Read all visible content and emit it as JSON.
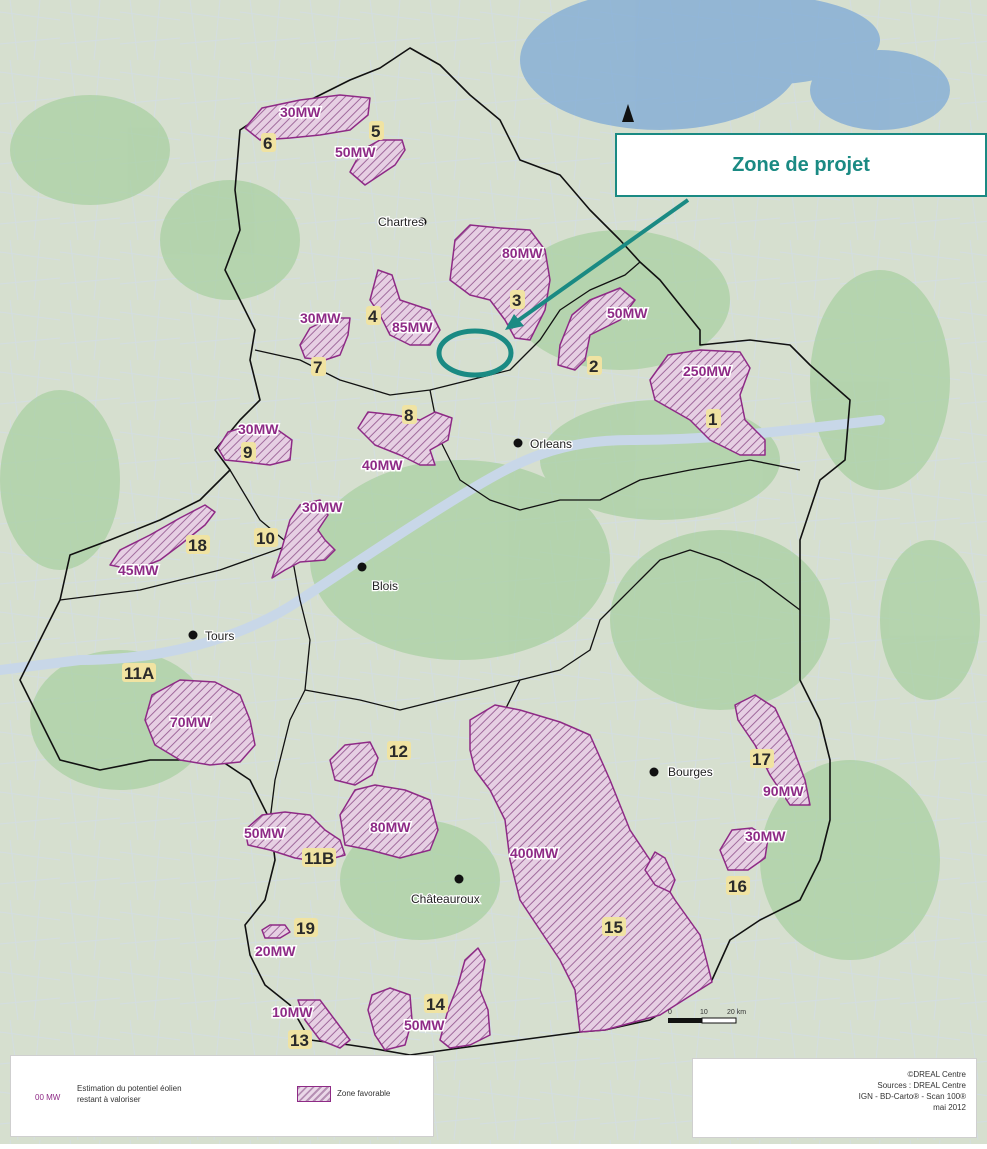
{
  "callout": {
    "label": "Zone de projet"
  },
  "cities": [
    {
      "id": "chartres",
      "name": "Chartres"
    },
    {
      "id": "orleans",
      "name": "Orleans"
    },
    {
      "id": "blois",
      "name": "Blois"
    },
    {
      "id": "tours",
      "name": "Tours"
    },
    {
      "id": "bourges",
      "name": "Bourges"
    },
    {
      "id": "chateauroux",
      "name": "Châteauroux"
    }
  ],
  "zones": [
    {
      "id": "1",
      "mw": "250MW"
    },
    {
      "id": "2",
      "mw": "50MW"
    },
    {
      "id": "3",
      "mw": "80MW"
    },
    {
      "id": "4",
      "mw": "85MW"
    },
    {
      "id": "5",
      "mw": "50MW"
    },
    {
      "id": "6",
      "mw": "30MW"
    },
    {
      "id": "7",
      "mw": "30MW"
    },
    {
      "id": "8",
      "mw": "40MW"
    },
    {
      "id": "9",
      "mw": "30MW"
    },
    {
      "id": "10",
      "mw": "30MW"
    },
    {
      "id": "11A",
      "mw": "70MW"
    },
    {
      "id": "11B",
      "mw": "50MW"
    },
    {
      "id": "12",
      "mw": "80MW"
    },
    {
      "id": "13",
      "mw": "10MW"
    },
    {
      "id": "14",
      "mw": "50MW"
    },
    {
      "id": "15",
      "mw": "400MW"
    },
    {
      "id": "16",
      "mw": "30MW"
    },
    {
      "id": "17",
      "mw": "90MW"
    },
    {
      "id": "18",
      "mw": "45MW"
    },
    {
      "id": "19",
      "mw": "20MW"
    }
  ],
  "scale_bar": {
    "marks": [
      "0",
      "10",
      "20 km"
    ]
  },
  "legend": {
    "mw_sample": "00 MW",
    "mw_description": "Estimation du potentiel éolien restant à valoriser",
    "zone_label": "Zone favorable"
  },
  "credits": {
    "lines": [
      "©DREAL Centre",
      "Sources : DREAL Centre",
      "IGN - BD-Carto® - Scan 100®",
      "mai 2012"
    ]
  },
  "colors": {
    "accent": "#1a8a83",
    "zone_outline": "#8e2a86",
    "label_text": "#8e2a86",
    "number_bg": "#f0e3a2",
    "region_border": "#000000"
  }
}
